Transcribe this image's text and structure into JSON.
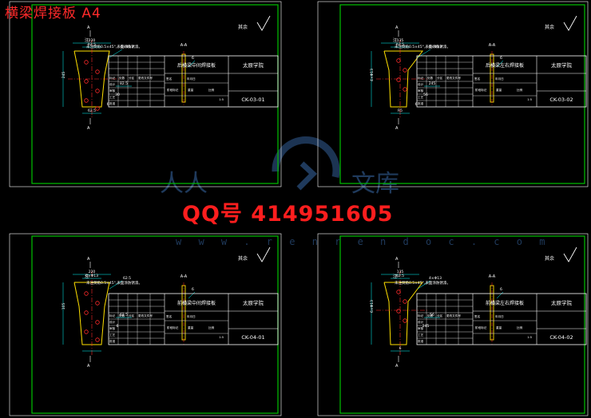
{
  "page": {
    "title": "横梁焊接板 A4",
    "watermark_qq": "QQ号  414951605",
    "watermark_site": "w w w . r e n r e n d o c . c o m",
    "watermark_text": "人人文库"
  },
  "colors": {
    "background": "#000000",
    "border": "#00c000",
    "table_line": "#ffffff",
    "geometry": "#ffe000",
    "dimension": "#00ffff",
    "center_line": "#ff2a2a",
    "overlay_text": "#ff2a2a",
    "watermark": "#1f3a5c"
  },
  "sheets": [
    {
      "id": "sheet-1",
      "drawing_name": "后横梁中间焊接板",
      "school": "太原学院",
      "drawing_no": "CK-03-01",
      "view_label": "A-A",
      "section_mark": "A",
      "roughness_label": "其余",
      "note_prefix": "注:",
      "note_text": "未注倒角0.5×45°,表面涂防锈漆。",
      "dims": [
        "220",
        "62.5",
        "6×Φ13",
        "245",
        "82.5",
        "30",
        "62.5",
        "6"
      ],
      "table_headers": [
        "标记",
        "处数",
        "分区",
        "更改文件号",
        "签名",
        "年月日"
      ],
      "table_rows": [
        "设计",
        "审核",
        "工艺",
        "批准"
      ],
      "stage_headers": [
        "阶段标记",
        "重量",
        "比例"
      ],
      "scale": "1:5"
    },
    {
      "id": "sheet-2",
      "drawing_name": "后横梁左右焊接板",
      "school": "太原学院",
      "drawing_no": "CK-03-02",
      "view_label": "A-A",
      "section_mark": "A",
      "roughness_label": "其余",
      "note_prefix": "注:",
      "note_text": "未注倒角0.5×45°,表面涂防锈漆。",
      "dims": [
        "135",
        "62.5",
        "6×Φ13",
        "4×Φ13",
        "245",
        "56",
        "R5",
        "6"
      ],
      "table_headers": [
        "标记",
        "处数",
        "分区",
        "更改文件号",
        "签名",
        "年月日"
      ],
      "table_rows": [
        "设计",
        "审核",
        "工艺",
        "批准"
      ],
      "stage_headers": [
        "阶段标记",
        "重量",
        "比例"
      ],
      "scale": "1:5"
    },
    {
      "id": "sheet-3",
      "drawing_name": "前横梁中间焊接板",
      "school": "太原学院",
      "drawing_no": "CK-04-01",
      "view_label": "A-A",
      "section_mark": "A",
      "roughness_label": "其余",
      "note_prefix": "注:",
      "note_text": "未注倒角0.5×45°,表面涂防锈漆。",
      "dims": [
        "220",
        "6×Φ13",
        "62.5",
        "105",
        "62.5",
        "6"
      ],
      "table_headers": [
        "标记",
        "处数",
        "分区",
        "更改文件号",
        "签名",
        "年月日"
      ],
      "table_rows": [
        "设计",
        "审核",
        "工艺",
        "批准"
      ],
      "stage_headers": [
        "阶段标记",
        "重量",
        "比例"
      ],
      "scale": "1:5"
    },
    {
      "id": "sheet-4",
      "drawing_name": "前横梁左右焊接板",
      "school": "太原学院",
      "drawing_no": "CK-04-02",
      "view_label": "A-A",
      "section_mark": "A",
      "roughness_label": "其余",
      "note_prefix": "注:",
      "note_text": "未注倒角0.5×45°,表面涂防锈漆。",
      "dims": [
        "135",
        "62.5",
        "4×Φ13",
        "6×Φ13",
        "56",
        "245",
        "6"
      ],
      "table_headers": [
        "标记",
        "处数",
        "分区",
        "更改文件号",
        "签名",
        "年月日"
      ],
      "table_rows": [
        "设计",
        "审核",
        "工艺",
        "批准"
      ],
      "stage_headers": [
        "阶段标记",
        "重量",
        "比例"
      ],
      "scale": "1:5"
    }
  ]
}
